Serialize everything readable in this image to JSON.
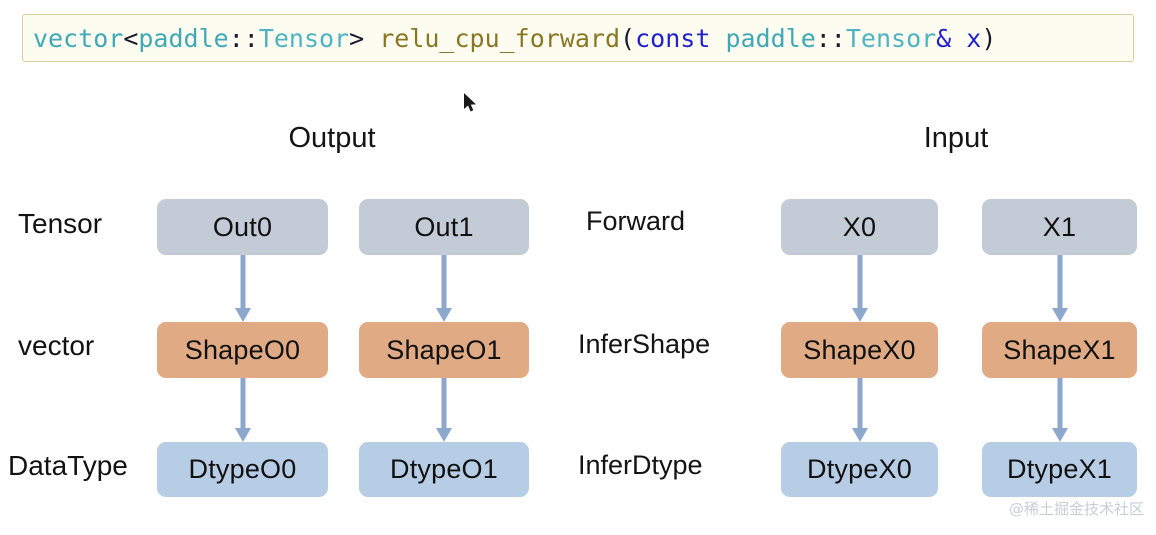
{
  "code_banner": {
    "full_text": "vector<paddle::Tensor> relu_cpu_forward(const paddle::Tensor& x)",
    "tokens": [
      {
        "text": "vector",
        "kind": "type"
      },
      {
        "text": "<",
        "kind": "punct"
      },
      {
        "text": "paddle",
        "kind": "type"
      },
      {
        "text": "::",
        "kind": "punct"
      },
      {
        "text": "Tensor",
        "kind": "type2"
      },
      {
        "text": "> ",
        "kind": "punct"
      },
      {
        "text": "relu_cpu_forward",
        "kind": "fn"
      },
      {
        "text": "(",
        "kind": "punct"
      },
      {
        "text": "const",
        "kind": "kw"
      },
      {
        "text": " ",
        "kind": "punct"
      },
      {
        "text": "paddle",
        "kind": "type"
      },
      {
        "text": "::",
        "kind": "punct"
      },
      {
        "text": "Tensor",
        "kind": "type2"
      },
      {
        "text": "&",
        "kind": "var"
      },
      {
        "text": " ",
        "kind": "punct"
      },
      {
        "text": "x",
        "kind": "var"
      },
      {
        "text": ")",
        "kind": "punct"
      }
    ]
  },
  "diagram": {
    "group_titles": {
      "output": "Output",
      "input": "Input"
    },
    "row_labels": {
      "tensor": "Tensor",
      "vector": "vector",
      "datatype": "DataType"
    },
    "stage_labels": {
      "forward": "Forward",
      "infershape": "InferShape",
      "inferdtype": "InferDtype"
    },
    "nodes": {
      "out0": "Out0",
      "out1": "Out1",
      "x0": "X0",
      "x1": "X1",
      "shapeO0": "ShapeO0",
      "shapeO1": "ShapeO1",
      "shapeX0": "ShapeX0",
      "shapeX1": "ShapeX1",
      "dtypeO0": "DtypeO0",
      "dtypeO1": "DtypeO1",
      "dtypeX0": "DtypeX0",
      "dtypeX1": "DtypeX1"
    },
    "colors": {
      "tensor_box": "#c3cbd6",
      "shape_box": "#e0ab84",
      "dtype_box": "#b7cde5",
      "arrow": "#8da7cd",
      "banner_bg": "#fdfcf0",
      "banner_border": "#d9cf9a"
    },
    "icons": {
      "arrow_down": "arrow-down-icon",
      "cursor": "mouse-cursor-icon"
    }
  },
  "watermark": {
    "text": "@稀土掘金技术社区"
  }
}
